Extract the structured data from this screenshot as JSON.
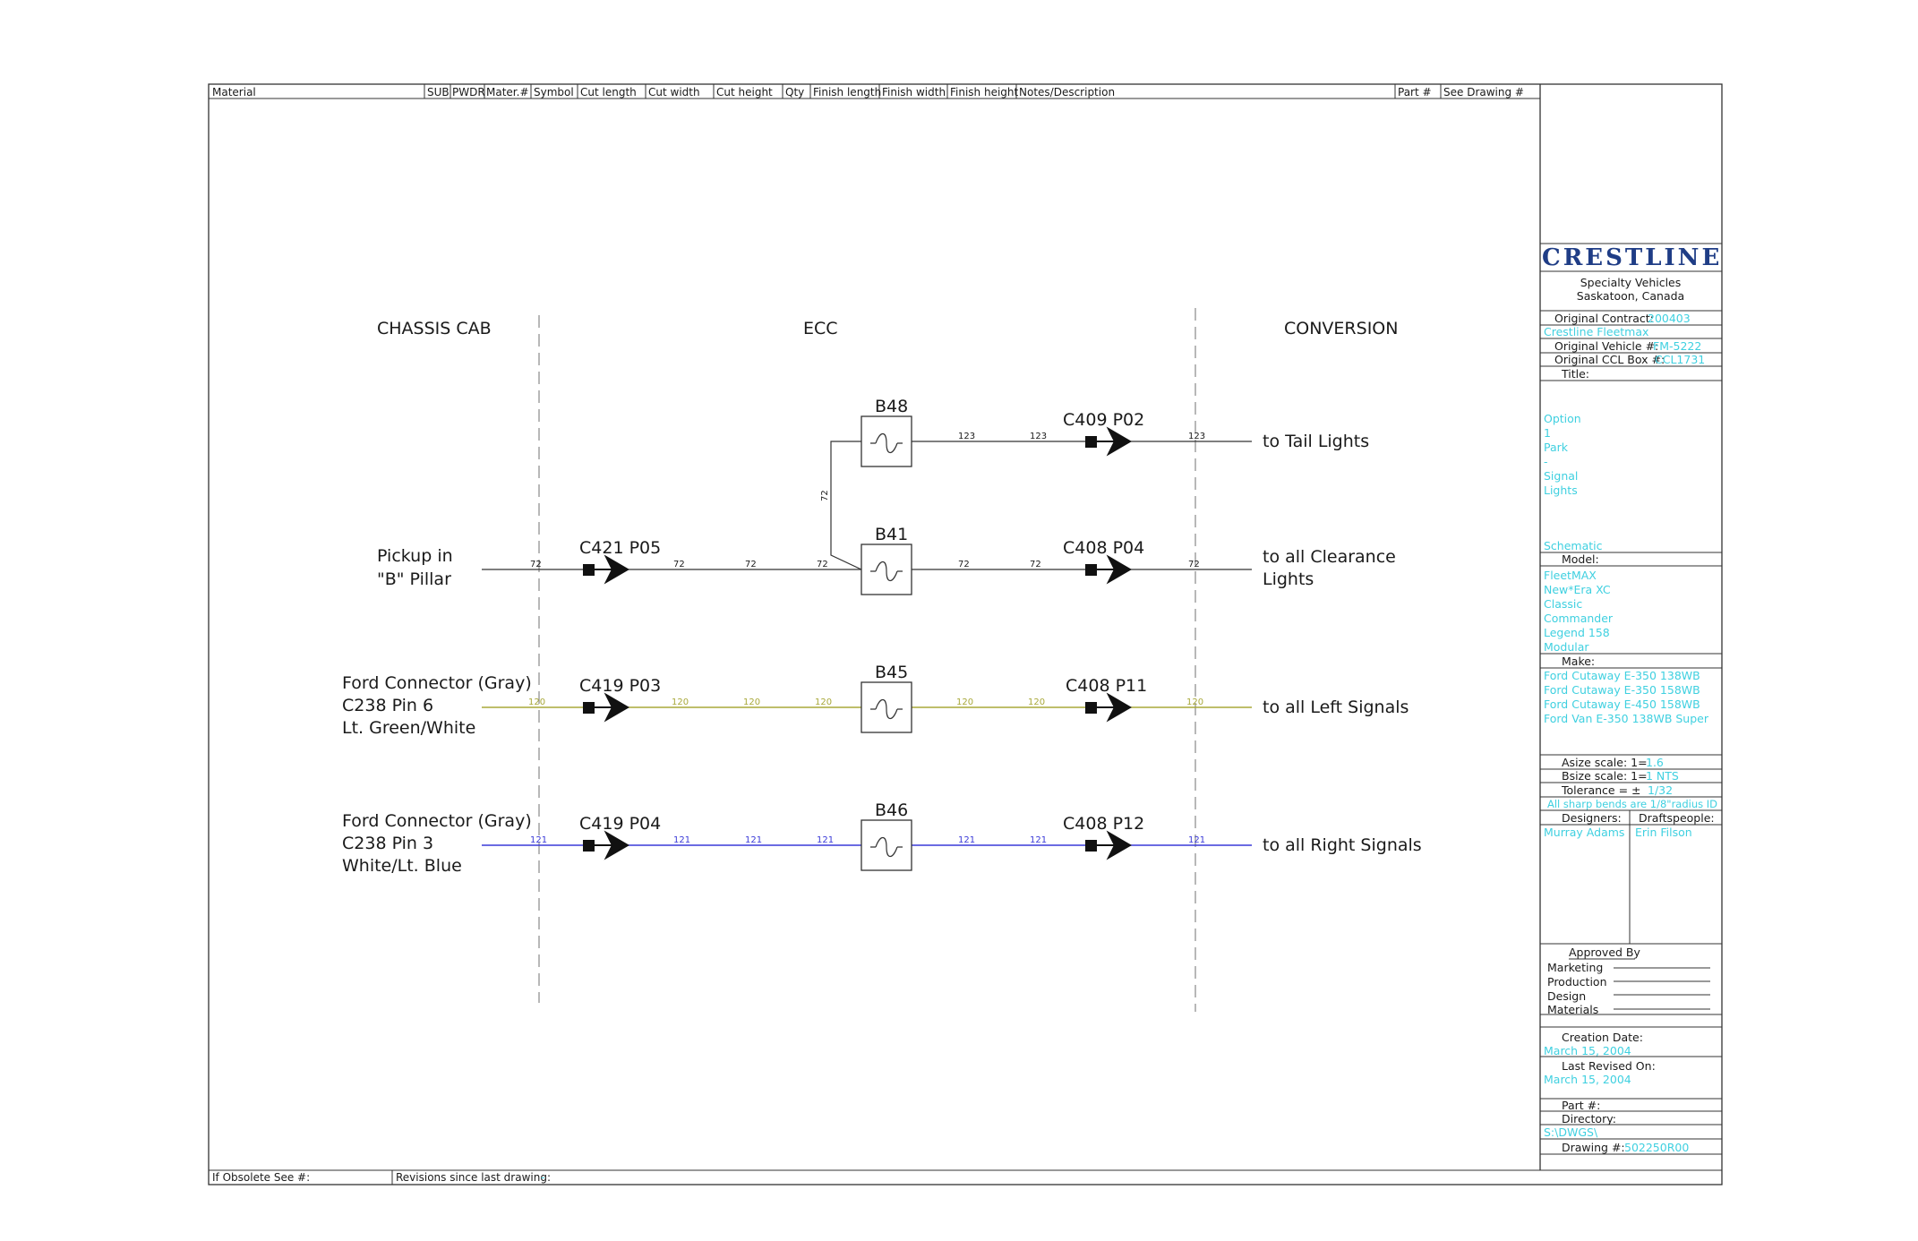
{
  "header_columns": [
    "Material",
    "SUB",
    "PWDR",
    "Mater.#",
    "Symbol",
    "Cut length",
    "Cut width",
    "Cut height",
    "Qty",
    "Finish length",
    "Finish width",
    "Finish height",
    "Notes/Description",
    "Part #",
    "See Drawing #"
  ],
  "footer": {
    "obsolete": "If Obsolete See #:",
    "revisions": "Revisions since last drawing:",
    "revisions_value": "-"
  },
  "sections": {
    "chassis": "CHASSIS CAB",
    "ecc": "ECC",
    "conversion": "CONVERSION"
  },
  "sources": {
    "pickup": [
      "Pickup in",
      "\"B\" Pillar"
    ],
    "left": [
      "Ford Connector (Gray)",
      "C238 Pin 6",
      "Lt. Green/White"
    ],
    "right": [
      "Ford Connector (Gray)",
      "C238 Pin 3",
      "White/Lt. Blue"
    ]
  },
  "connectors": {
    "c409_p02": "C409 P02",
    "c421_p05": "C421 P05",
    "c408_p04": "C408 P04",
    "c419_p03": "C419 P03",
    "c408_p11": "C408 P11",
    "c419_p04": "C419 P04",
    "c408_p12": "C408 P12"
  },
  "fuses": {
    "b48": "B48",
    "b41": "B41",
    "b45": "B45",
    "b46": "B46"
  },
  "wires": {
    "w123": "123",
    "w72": "72",
    "w120": "120",
    "w121": "121"
  },
  "destinations": {
    "tail": "to Tail Lights",
    "clearance": [
      "to all Clearance",
      "Lights"
    ],
    "left": "to all Left Signals",
    "right": "to all Right Signals"
  },
  "colors": {
    "line": "#333333",
    "yellow_wire": "#a8a83a",
    "blue_wire": "#3a3ad8",
    "cyan_text": "#3fd0e0",
    "dash": "#888888"
  },
  "title_block": {
    "logo": "CRESTLINE",
    "company": [
      "Specialty Vehicles",
      "Saskatoon, Canada"
    ],
    "original_contract_label": "Original Contract:",
    "original_contract": "200403",
    "product": "Crestline Fleetmax",
    "original_vehicle_label": "Original Vehicle #:",
    "original_vehicle": "FM-5222",
    "original_ccl_label": "Original CCL Box #:",
    "original_ccl": "CCL1731",
    "title_label": "Title:",
    "title_lines": [
      "Option",
      "1",
      "Park",
      "-",
      "Signal",
      "Lights"
    ],
    "title_sub": "Schematic",
    "model_label": "Model:",
    "models": [
      "FleetMAX",
      "New*Era XC",
      "Classic",
      "Commander",
      "Legend 158",
      "Modular"
    ],
    "make_label": "Make:",
    "makes": [
      "Ford Cutaway E-350 138WB",
      "Ford Cutaway E-350 158WB",
      "Ford Cutaway E-450 158WB",
      "Ford Van E-350 138WB Super"
    ],
    "asize_label": "Asize scale: 1=",
    "asize": "1.6",
    "bsize_label": "Bsize scale: 1=",
    "bsize": "1  NTS",
    "tolerance_label": "Tolerance = ±",
    "tolerance": "1/32",
    "bend_note": "All sharp bends are 1/8\"radius ID",
    "designers_label": "Designers:",
    "designer": "Murray Adams",
    "draftspeople_label": "Draftspeople:",
    "draftsperson": "Erin Filson",
    "approved_label": "Approved By",
    "approvals": [
      "Marketing",
      "Production",
      "Design",
      "Materials"
    ],
    "creation_label": "Creation Date:",
    "creation_date": "March 15, 2004",
    "revised_label": "Last Revised On:",
    "revised_date": "March 15, 2004",
    "part_label": "Part #:",
    "directory_label": "Directory:",
    "directory": "S:\\DWGS\\",
    "drawing_label": "Drawing #:",
    "drawing": "502250R00"
  }
}
